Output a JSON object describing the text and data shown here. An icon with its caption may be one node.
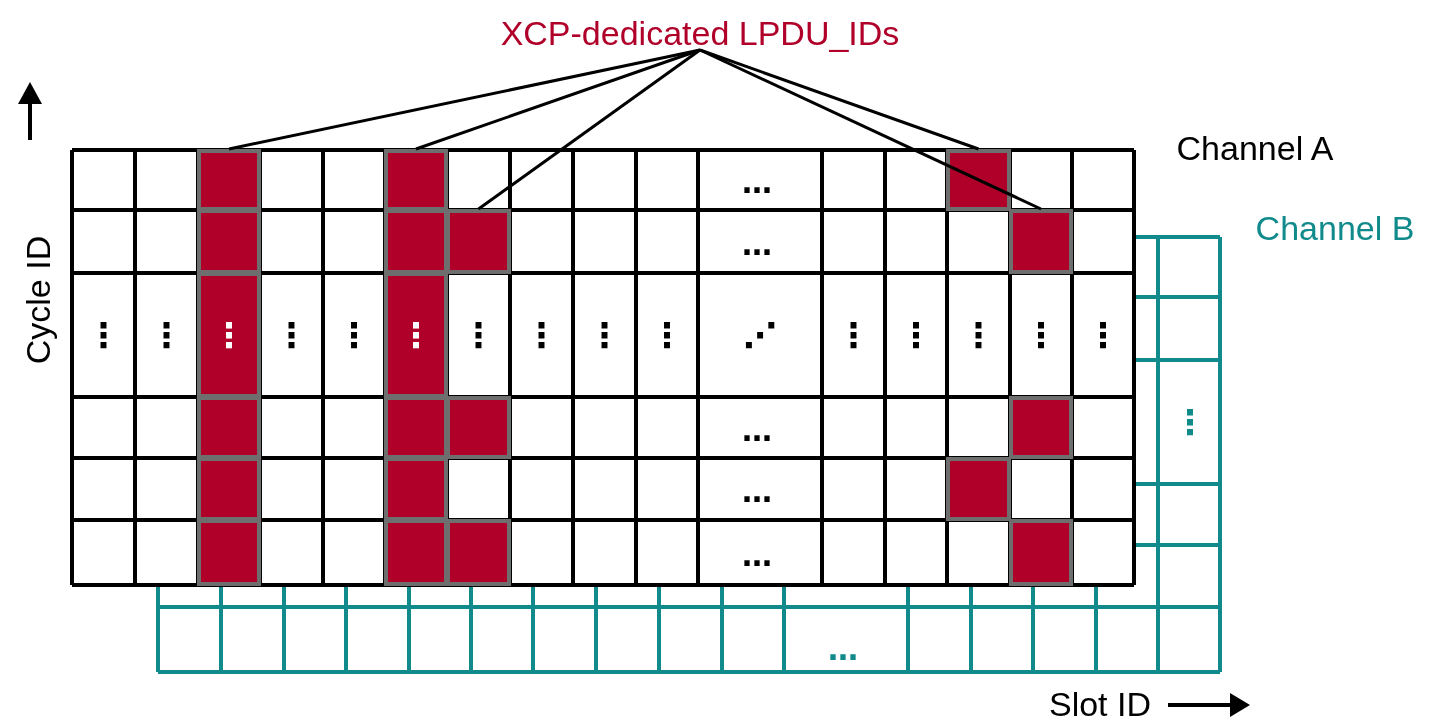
{
  "diagram": {
    "nodes": [
      {
        "text": [
          "XCP-dedicated LPDU_IDs"
        ]
      },
      {
        "text": [],
        "shape": "box"
      },
      {
        "text": [],
        "shape": "box"
      },
      {
        "text": [],
        "shape": "box"
      },
      {
        "text": [],
        "shape": "box"
      },
      {
        "text": [],
        "shape": "box"
      }
    ],
    "edges": [
      {
        "from": 0,
        "to": 1,
        "arrow": "none"
      },
      {
        "from": 0,
        "to": 2,
        "arrow": "none"
      },
      {
        "from": 0,
        "to": 3,
        "arrow": "none"
      },
      {
        "from": 0,
        "to": 4,
        "arrow": "none"
      },
      {
        "from": 0,
        "to": 5,
        "arrow": "none"
      }
    ],
    "labels": [
      "Channel A",
      "…",
      "Channel B",
      "…",
      "Cycle ID",
      "⋮",
      "⋮",
      "⋮",
      "⋮",
      "⋮",
      "⋮",
      "⋮",
      "⋮",
      "⋮",
      "⋮",
      "⋰",
      "⋮",
      "⋮",
      "⋮",
      "⋮",
      "⋮",
      "⋮",
      "…",
      "…",
      "…",
      "…",
      "Slot ID"
    ]
  }
}
